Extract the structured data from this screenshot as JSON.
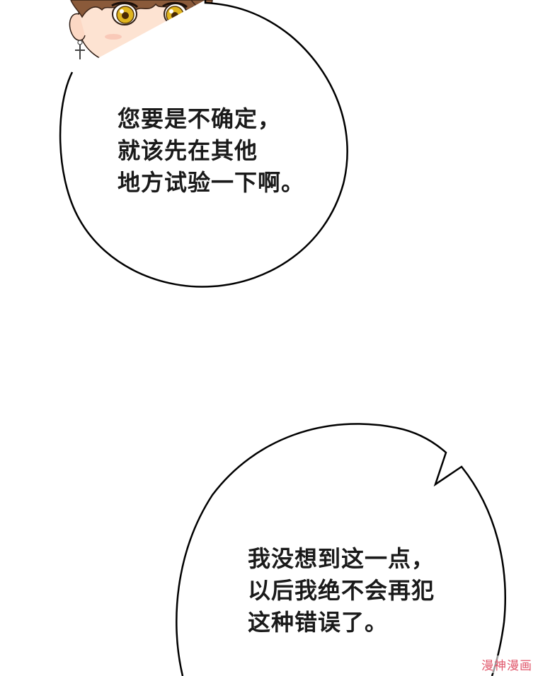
{
  "bubbles": [
    {
      "lines": [
        "您要是不确定，",
        "就该先在其他",
        "地方试验一下啊。"
      ]
    },
    {
      "lines": [
        "我没想到这一点，",
        "以后我绝不会再犯",
        "这种错误了。"
      ]
    }
  ],
  "watermark": "漫神漫画",
  "colors": {
    "background": "#ffffff",
    "outline": "#000000",
    "hair": "#8a5a3a",
    "eyes": "#e0b51f",
    "skin": "#fde3d2",
    "watermark": "#e0566a"
  },
  "icons": [
    "character-face-icon",
    "cross-earring-icon"
  ]
}
